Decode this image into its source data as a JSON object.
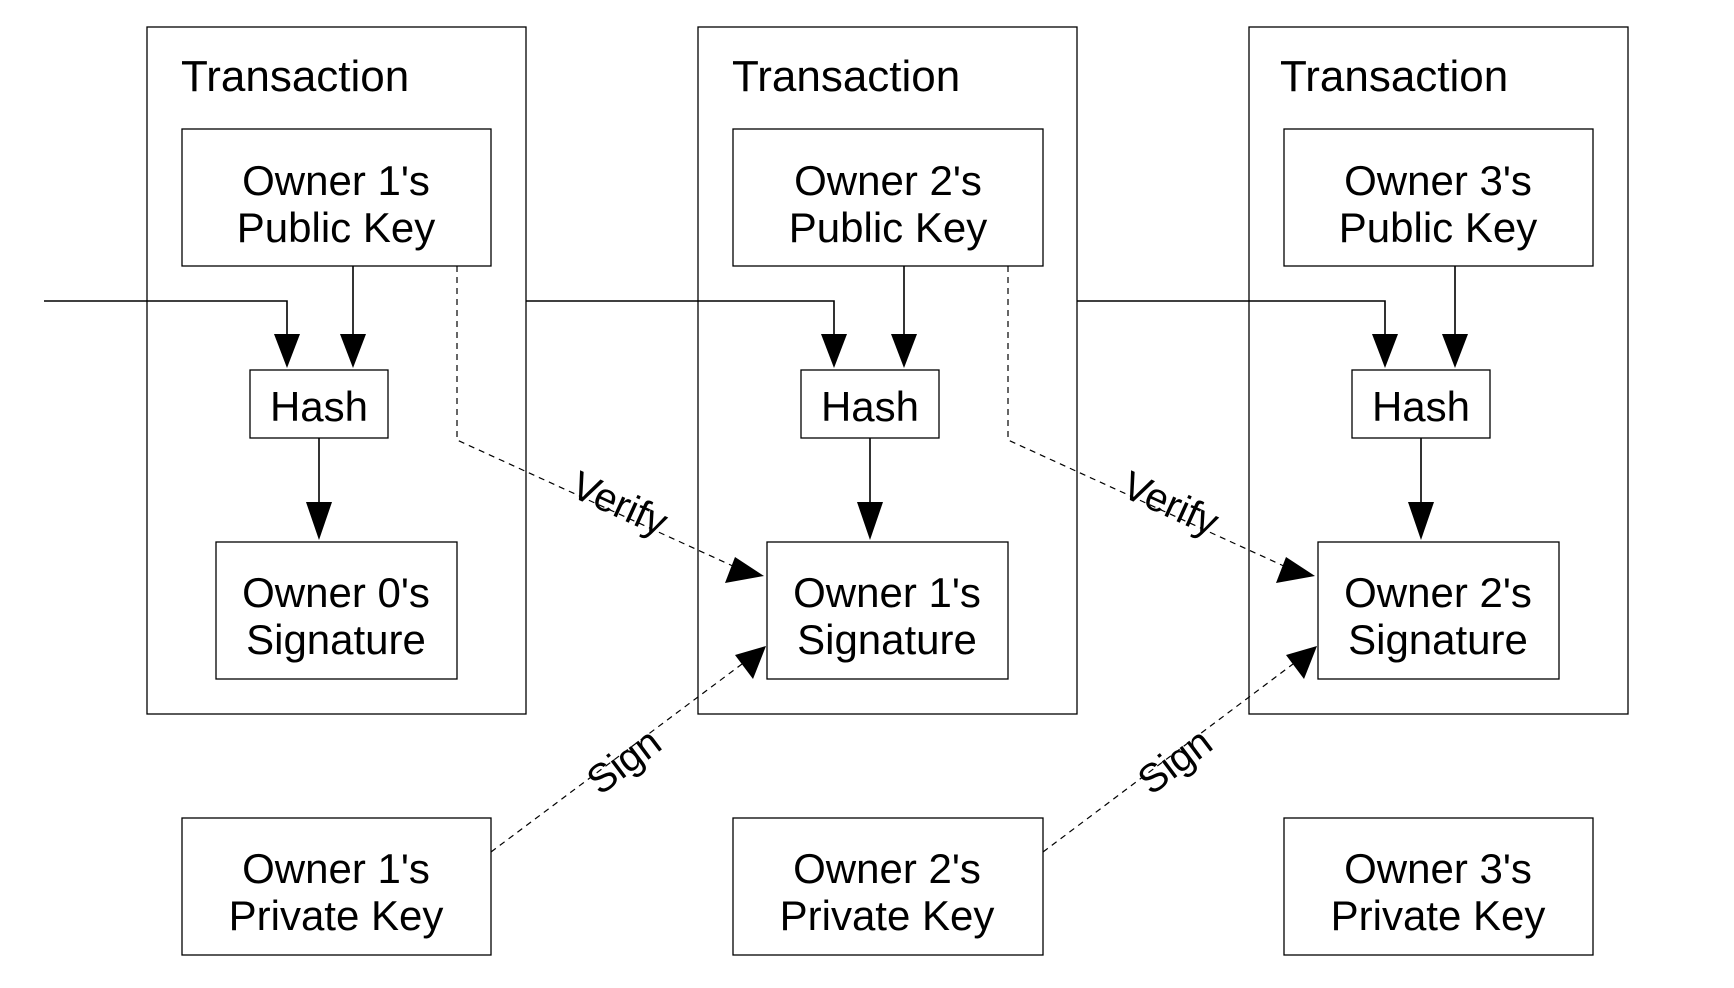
{
  "transactions": [
    {
      "title": "Transaction",
      "public_key": {
        "line1": "Owner 1's",
        "line2": "Public Key"
      },
      "hash": "Hash",
      "signature": {
        "line1": "Owner 0's",
        "line2": "Signature"
      },
      "private_key": {
        "line1": "Owner 1's",
        "line2": "Private Key"
      }
    },
    {
      "title": "Transaction",
      "public_key": {
        "line1": "Owner 2's",
        "line2": "Public Key"
      },
      "hash": "Hash",
      "signature": {
        "line1": "Owner 1's",
        "line2": "Signature"
      },
      "private_key": {
        "line1": "Owner 2's",
        "line2": "Private Key"
      }
    },
    {
      "title": "Transaction",
      "public_key": {
        "line1": "Owner 3's",
        "line2": "Public Key"
      },
      "hash": "Hash",
      "signature": {
        "line1": "Owner 2's",
        "line2": "Signature"
      },
      "private_key": {
        "line1": "Owner 3's",
        "line2": "Private Key"
      }
    }
  ],
  "edge_labels": {
    "verify": "Verify",
    "sign": "Sign"
  }
}
